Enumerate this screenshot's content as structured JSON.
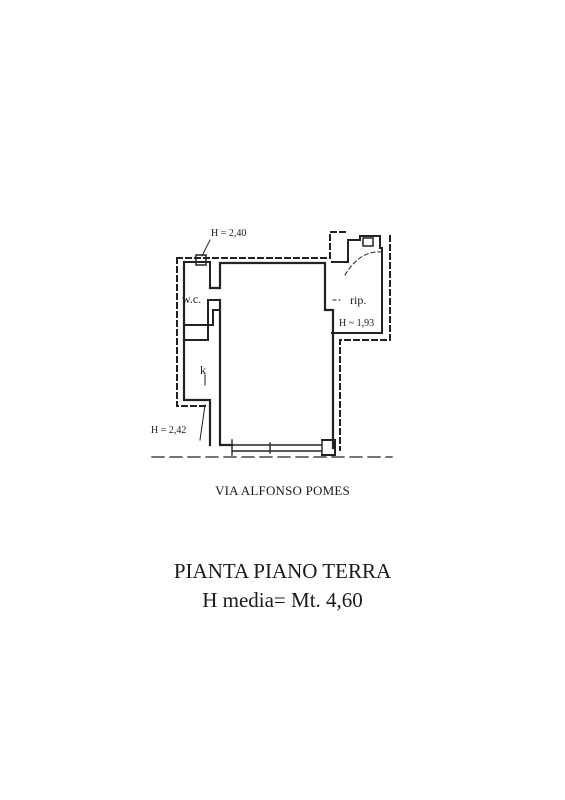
{
  "plan": {
    "height_top": "H = 2,40",
    "height_left": "H = 2,42",
    "height_rip": "H ~ 1,93",
    "room_wc": "w.c.",
    "room_rip": "rip.",
    "room_k": "k"
  },
  "street_name": "VIA ALFONSO POMES",
  "title": "PIANTA PIANO TERRA",
  "subtitle": "H media= Mt.  4,60"
}
